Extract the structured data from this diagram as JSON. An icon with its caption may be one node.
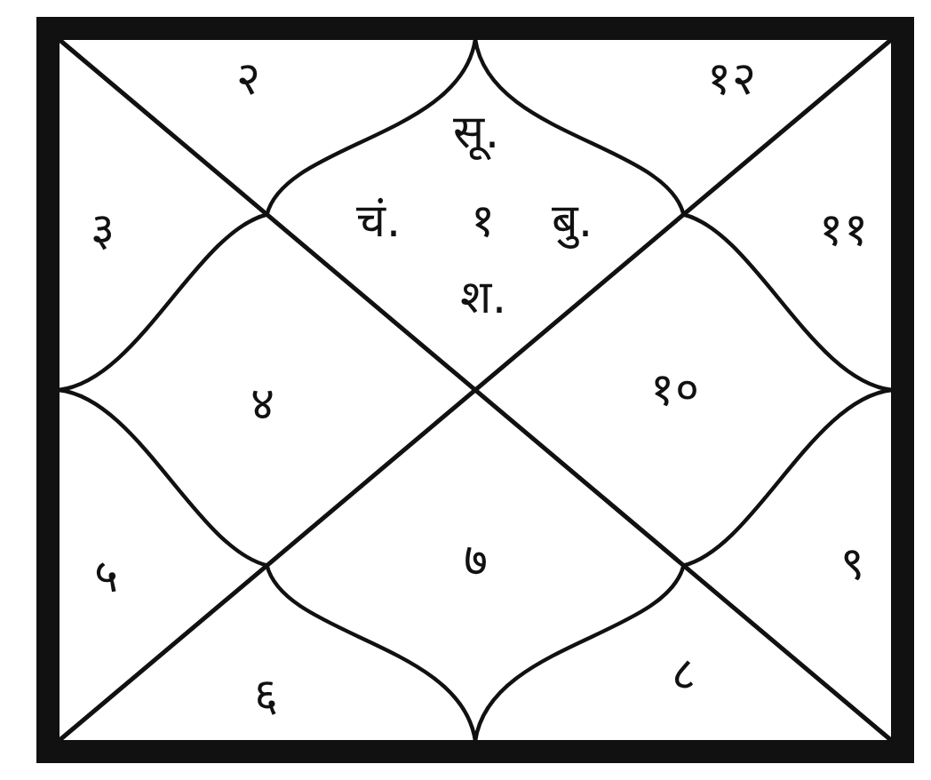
{
  "diagram": {
    "labels": [
      "२",
      "सू.",
      "१२",
      "३",
      "चं.",
      "१",
      "बु.",
      "११",
      "श.",
      "४",
      "१०",
      "५",
      "७",
      "९",
      "६",
      "८"
    ]
  }
}
